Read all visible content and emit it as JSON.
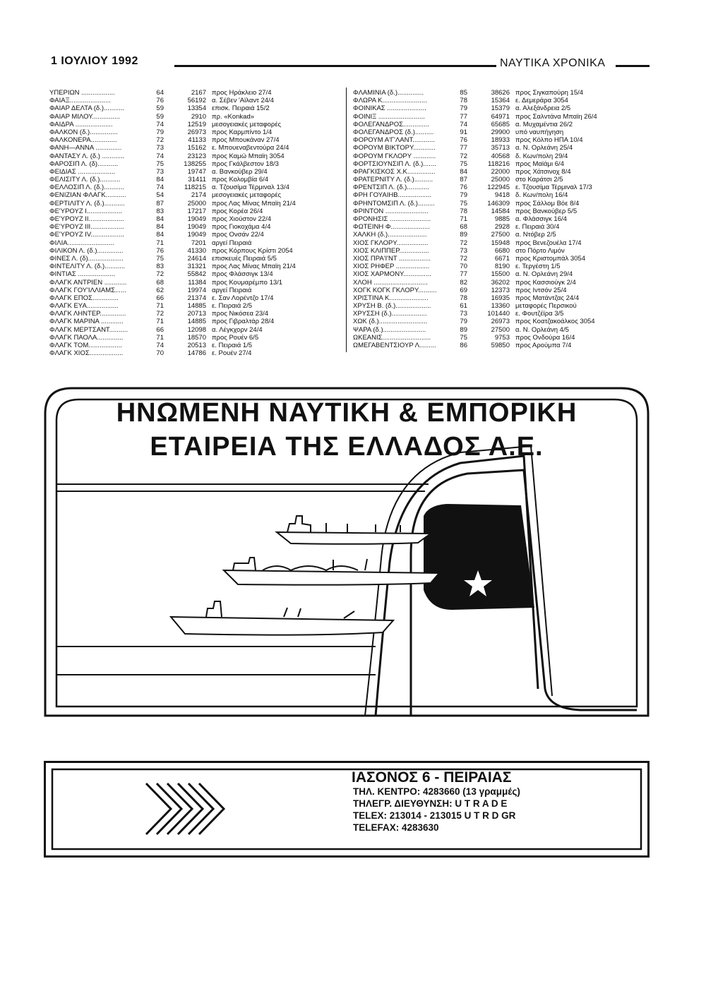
{
  "header": {
    "date": "1 ΙΟΥΛΙΟΥ 1992",
    "title": "ΝΑΥΤΙΚΑ ΧΡΟΝΙΚΑ"
  },
  "listings": {
    "left": [
      {
        "name": "ΥΠΕΡΙΩΝ ..................",
        "year": "64",
        "tons": "2167",
        "status": "προς Ηράκλειο 27/4"
      },
      {
        "name": "ΦΑΙΑΞ......................",
        "year": "76",
        "tons": "56192",
        "status": "α. Σέβεν 'Αϊλαντ 24/4"
      },
      {
        "name": "ΦΑΙΑΡ ΔΕΛΤΑ (δ.)...........",
        "year": "59",
        "tons": "13354",
        "status": "επισκ. Πειραιά 15/2"
      },
      {
        "name": "ΦΑΙΑΡ ΜΙΛΟΥ...............",
        "year": "59",
        "tons": "2910",
        "status": "πρ. «Konkad»"
      },
      {
        "name": "ΦΑΙΔΡΑ ....................",
        "year": "74",
        "tons": "12519",
        "status": "μεσογειακές μεταφορές"
      },
      {
        "name": "ΦΑΛΚΟΝ (δ.)...............",
        "year": "79",
        "tons": "26973",
        "status": "προς Καρμπίντο 1/4"
      },
      {
        "name": "ΦΑΛΚΟΝΕΡΑ..............",
        "year": "72",
        "tons": "41133",
        "status": "προς Μπουκάναν 27/4"
      },
      {
        "name": "ΦΑΝΗ—ΑΝΝΑ ..............",
        "year": "73",
        "tons": "15162",
        "status": "ε. Μπουεναβεντούρα 24/4"
      },
      {
        "name": "ΦΑΝΤΑΣΥ Λ. (δ.) ............",
        "year": "74",
        "tons": "23123",
        "status": "προς Καμώ Μπαϊη 3054"
      },
      {
        "name": "ΦΑΡΟΣΙΠ Λ. (δ)...........",
        "year": "75",
        "tons": "138255",
        "status": "προς Γκάλβεστον 18/3"
      },
      {
        "name": "ΦΕΙΔΙΑΣ ....................",
        "year": "73",
        "tons": "19747",
        "status": "α. Βανκούβερ 29/4"
      },
      {
        "name": "ΦΕΛΙΣΙΤΥ Λ. (δ.)...........",
        "year": "84",
        "tons": "31411",
        "status": "προς Κολομβία 6/4"
      },
      {
        "name": "ΦΕΛΛΟΣΙΠ Λ. (δ.)...........",
        "year": "74",
        "tons": "118215",
        "status": "α. Τζουσίμα Τέρμιναλ 13/4"
      },
      {
        "name": "ΦΕΝΙΖΙΑΝ ΦΛΑΓΚ...........",
        "year": "54",
        "tons": "2174",
        "status": "μεσογειακές μεταφορές"
      },
      {
        "name": "ΦΕΡΤΙΛΙΤΥ Λ. (δ.)...........",
        "year": "87",
        "tons": "25000",
        "status": "προς Λας Μίνας Μπαϊη 21/4"
      },
      {
        "name": "ΦΕ'ΥΡΟΥΖ Ι...................",
        "year": "83",
        "tons": "17217",
        "status": "προς Κορέα 26/4"
      },
      {
        "name": "ΦΕ'ΥΡΟΥΖ ΙΙ...................",
        "year": "84",
        "tons": "19049",
        "status": "προς Χιούστον 22/4"
      },
      {
        "name": "ΦΕ'ΥΡΟΥΖ ΙΙΙ..................",
        "year": "84",
        "tons": "19049",
        "status": "προς Γιοκοχάμα 4/4"
      },
      {
        "name": "ΦΕ'ΥΡΟΥΖ ΙV..................",
        "year": "84",
        "tons": "19049",
        "status": "προς Ονσάν 22/4"
      },
      {
        "name": "ΦΙΛΙΑ.........................",
        "year": "71",
        "tons": "7201",
        "status": "αργεί Πειραιά"
      },
      {
        "name": "ΦΙΛΙΚΟΝ Λ. (δ.)..............",
        "year": "76",
        "tons": "41330",
        "status": "προς Κόρπους Κρίστι 2054"
      },
      {
        "name": "ΦΙΝΕΣ Λ. (δ)...................",
        "year": "75",
        "tons": "24614",
        "status": "επισκευές Πειραιά 5/5"
      },
      {
        "name": "ΦΙΝΤΕΛΙΤΥ Λ. (δ.)...........",
        "year": "83",
        "tons": "31321",
        "status": "προς Λας Μίνας Μπαϊη 21/4"
      },
      {
        "name": "ΦΙΝΤΙΑΣ ....................",
        "year": "72",
        "tons": "55842",
        "status": "προς Φλάσσιγκ 13/4"
      },
      {
        "name": "ΦΛΑΓΚ ΑΝΤΡΙΕΝ ............",
        "year": "68",
        "tons": "11384",
        "status": "προς Κουμαρέμπο 13/1"
      },
      {
        "name": "ΦΛΑΓΚ ΓΟΥ'ΙΛΛΙΑΜΣ......",
        "year": "62",
        "tons": "19974",
        "status": "αργεί Πειραιά"
      },
      {
        "name": "ΦΛΑΓΚ ΕΠΟΣ..............",
        "year": "66",
        "tons": "21374",
        "status": "ε. Σαν Λορέντζο 17/4"
      },
      {
        "name": "ΦΛΑΓΚ ΕΥΑ.................",
        "year": "71",
        "tons": "14885",
        "status": "ε. Πειραιά 2/5"
      },
      {
        "name": "ΦΛΑΓΚ ΛΗΝΤΕΡ..............",
        "year": "72",
        "tons": "20713",
        "status": "προς Νικόσεα 23/4"
      },
      {
        "name": "ΦΛΑΓΚ ΜΑΡΙΝΑ ............",
        "year": "71",
        "tons": "14885",
        "status": "προς Γιβραλτάρ 28/4"
      },
      {
        "name": "ΦΛΑΓΚ ΜΕΡΤΣΑΝΤ..........",
        "year": "66",
        "tons": "12098",
        "status": "α. Λέγκχορν 24/4"
      },
      {
        "name": "ΦΛΑΓΚ ΠΑΟΛΑ..............",
        "year": "71",
        "tons": "18570",
        "status": "προς Ρουέν 6/5"
      },
      {
        "name": "ΦΛΑΓΚ ΤΟΜ..................",
        "year": "74",
        "tons": "20513",
        "status": "ε. Πειραιά 1/5"
      },
      {
        "name": "ΦΛΑΓΚ ΧΙΟΣ..................",
        "year": "70",
        "tons": "14786",
        "status": "ε. Ρουέν 27/4"
      }
    ],
    "right": [
      {
        "name": "ΦΛΑΜΙΝΙΑ (δ.)..............",
        "year": "85",
        "tons": "38626",
        "status": "προς Σιγκαπούρη 15/4"
      },
      {
        "name": "ΦΛΩΡΑ Κ........................",
        "year": "78",
        "tons": "15364",
        "status": "ε. Δεμεράρα 3054"
      },
      {
        "name": "ΦΟΙΝΙΚΑΣ .....................",
        "year": "79",
        "tons": "15379",
        "status": "α. Αλεξάνδρεια 2/5"
      },
      {
        "name": "ΦΟΙΝΙΞ .........................",
        "year": "77",
        "tons": "64971",
        "status": "προς Σαλντάνα Μπαϊη 26/4"
      },
      {
        "name": "ΦΟΛΕΓΑΝΔΡΟΣ..............",
        "year": "74",
        "tons": "65685",
        "status": "α. Μυχαμέντια 26/2"
      },
      {
        "name": "ΦΟΛΕΓΑΝΔΡΟΣ (δ.)..........",
        "year": "91",
        "tons": "29900",
        "status": "υπό ναυπήγηση"
      },
      {
        "name": "ΦΟΡΟΥΜ Α'Γ'ΛΑΝΤ............",
        "year": "76",
        "tons": "18933",
        "status": "προς Κόλπο ΗΠΑ 10/4"
      },
      {
        "name": "ΦΟΡΟΥΜ ΒΙΚΤΟΡΥ............",
        "year": "77",
        "tons": "35713",
        "status": "α. Ν. Ορλεάνη 25/4"
      },
      {
        "name": "ΦΟΡΟΥΜ ΓΚΛΟΡΥ ............",
        "year": "72",
        "tons": "40568",
        "status": "δ. Κων/πολη 29/4"
      },
      {
        "name": "ΦΟΡΤΣΙΟΥΝΣΙΠ Λ. (δ.).......",
        "year": "75",
        "tons": "118216",
        "status": "προς Μαϊάμι 6/4"
      },
      {
        "name": "ΦΡΑΓΚΙΣΚΟΣ Χ.Κ...............",
        "year": "84",
        "tons": "22000",
        "status": "προς Χάτσινοχ 8/4"
      },
      {
        "name": "ΦΡΑΤΕΡΝΙΤΥ Λ. (δ.)..........",
        "year": "87",
        "tons": "25000",
        "status": "στο Καράτσι 2/5"
      },
      {
        "name": "ΦΡΕΝΤΣΙΠ Λ. (δ.)............",
        "year": "76",
        "tons": "122945",
        "status": "ε. Τζουσίμα Τέρμιναλ 17/3"
      },
      {
        "name": "ΦΡΗ ΓΟΥΑΙΗΒ..................",
        "year": "79",
        "tons": "9418",
        "status": "δ. Κων/πολη 16/4"
      },
      {
        "name": "ΦΡΗΝΤΟΜΣΙΠ Λ. (δ.).........",
        "year": "75",
        "tons": "146309",
        "status": "προς Σάλλομ Βόε 8/4"
      },
      {
        "name": "ΦΡΙΝΤΟΝ .......................",
        "year": "78",
        "tons": "14584",
        "status": "προς Βανκούβερ 5/5"
      },
      {
        "name": "ΦΡΟΝΗΣΙΣ ......................",
        "year": "71",
        "tons": "9885",
        "status": "α. Φλάσσιγκ 16/4"
      },
      {
        "name": "ΦΩΤΕΙΝΗ Φ.....................",
        "year": "68",
        "tons": "2928",
        "status": "ε. Πειραιά 30/4"
      },
      {
        "name": "ΧΑΛΚΗ (δ.).....................",
        "year": "89",
        "tons": "27500",
        "status": "α. Ντόβερ 2/5"
      },
      {
        "name": "ΧΙΟΣ ΓΚΛΟΡΥ.................",
        "year": "72",
        "tons": "15948",
        "status": "προς Βενεζουέλα 17/4"
      },
      {
        "name": "ΧΙΟΣ ΚΛΙΠΠΕΡ................",
        "year": "73",
        "tons": "6680",
        "status": "στο Πόρτο Λιμόν"
      },
      {
        "name": "ΧΙΟΣ ΠΡΑ'Ι'ΝΤ .................",
        "year": "72",
        "tons": "6671",
        "status": "προς Κριστομπάλ 3054"
      },
      {
        "name": "ΧΙΟΣ ΡΗΦΕΡ ..................",
        "year": "70",
        "tons": "8190",
        "status": "ε. Τεργέστη 1/5"
      },
      {
        "name": "ΧΙΟΣ ΧΑΡΜΟΝΥ...............",
        "year": "77",
        "tons": "15500",
        "status": "α. Ν. Ορλεάνη 29/4"
      },
      {
        "name": "ΧΛΟΗ .............................",
        "year": "82",
        "tons": "36202",
        "status": "προς Κασσιούγκ 2/4"
      },
      {
        "name": "ΧΟΓΚ ΚΟΓΚ ΓΚΛΟΡΥ..........",
        "year": "69",
        "tons": "12373",
        "status": "προς Ιντσόν 25/4"
      },
      {
        "name": "ΧΡΙΣΤΙΝΑ Κ.....................",
        "year": "78",
        "tons": "16935",
        "status": "προς Ματάντζας 24/4"
      },
      {
        "name": "ΧΡΥΣΗ Β. (δ.)...................",
        "year": "61",
        "tons": "13360",
        "status": "μεταφορές Περσικού"
      },
      {
        "name": "ΧΡΥΣΣΗ (δ.)...................",
        "year": "73",
        "tons": "101440",
        "status": "ε. Φουτζέϊρα 3/5"
      },
      {
        "name": "ΧΩΚ (δ.)..........................",
        "year": "79",
        "tons": "26973",
        "status": "προς Κοατζακοάλκος 3054"
      },
      {
        "name": "ΨΑΡΑ (δ.).......................",
        "year": "89",
        "tons": "27500",
        "status": "α. Ν. Ορλεάνη 4/5"
      },
      {
        "name": "ΩΚΕΑΝΙΣ..........................",
        "year": "75",
        "tons": "9753",
        "status": "προς Ονδούρα 16/4"
      },
      {
        "name": "ΩΜΕΓΑΒΕΝΤΣΙΟΥΡ Λ.........",
        "year": "86",
        "tons": "59850",
        "status": "προς Αρούμπα 7/4"
      }
    ]
  },
  "advert": {
    "line1": "ΗΝΩΜΕΝΗ ΝΑΥΤΙΚΗ & ΕΜΠΟΡΙΚΗ",
    "line2": "ΕΤΑΙΡΕΙΑ ΤΗΣ ΕΛΛΑΔΟΣ Α.Ε."
  },
  "address": {
    "street": "ΙΑΣΟΝΟΣ 6 - ΠΕΙΡΑΙΑΣ",
    "phone": "ΤΗΛ. ΚΕΝΤΡΟ: 4283660 (13 γραμμές)",
    "telegram": "ΤΗΛΕΓΡ. ΔΙΕΥΘΥΝΣΗ:  U T R A D E",
    "telex": "TELEX: 213014 - 213015  U T R D   GR",
    "telefax": "TELEFAX: 4283630"
  }
}
